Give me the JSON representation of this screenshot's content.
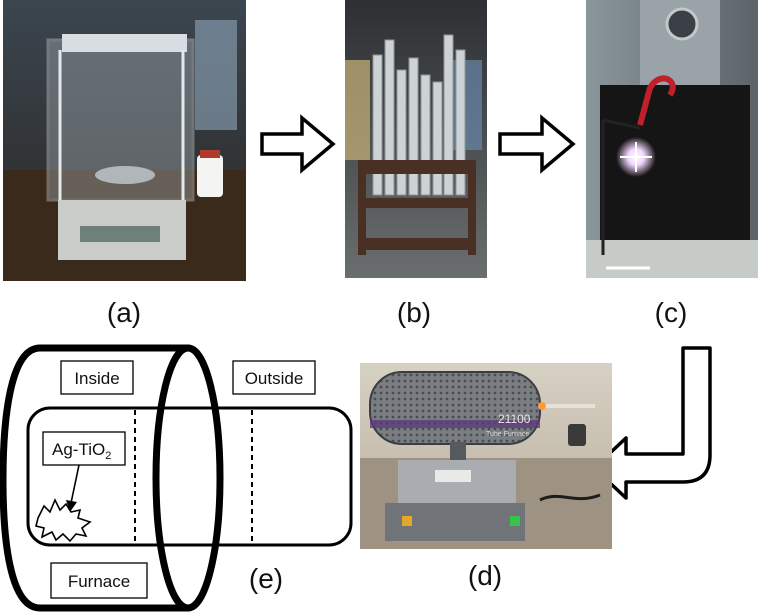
{
  "panels": {
    "a": {
      "caption": "(a)"
    },
    "b": {
      "caption": "(b)"
    },
    "c": {
      "caption": "(c)"
    },
    "d": {
      "caption": "(d)",
      "furnace_model": "21100",
      "furnace_type": "Tube Furnace"
    },
    "e": {
      "caption": "(e)",
      "inside_label": "Inside",
      "outside_label": "Outside",
      "furnace_label": "Furnace",
      "sample_label_base": "Ag-TiO",
      "sample_label_sub": "2"
    }
  }
}
